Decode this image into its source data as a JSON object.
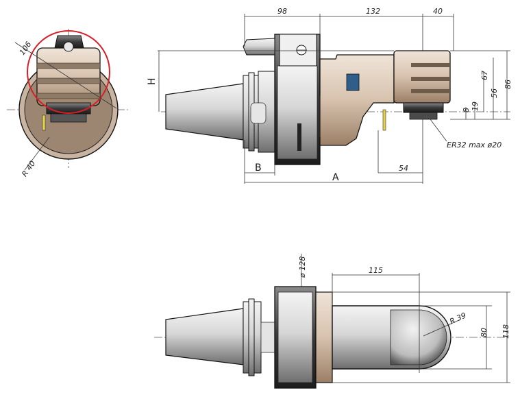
{
  "dimensions": {
    "d98": "98",
    "d132": "132",
    "d40": "40",
    "d67": "67",
    "d86": "86",
    "d56": "56",
    "d19": "19",
    "d8": "8",
    "d54": "54",
    "d106": "106",
    "r40": "R 40",
    "d115": "115",
    "d128": "ø 128",
    "r39": "R 39",
    "d80": "80",
    "d118": "118",
    "er32": "ER32  max  ø20"
  },
  "labels": {
    "H": "H",
    "B": "B",
    "A": "A"
  },
  "colors": {
    "body": "#d8c4b2",
    "dark": "#3a3a3a",
    "steel": "#bdbdbd",
    "highlight": "#d61f26"
  }
}
